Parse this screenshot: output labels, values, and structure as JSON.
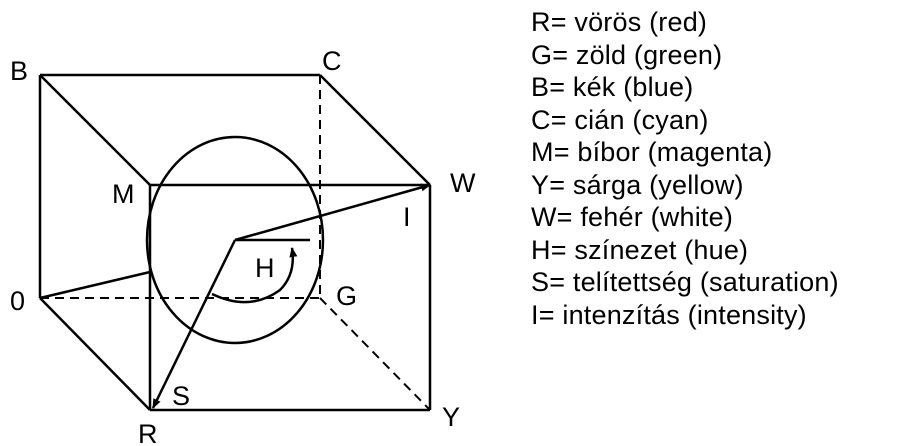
{
  "vertices": {
    "B": "B",
    "C": "C",
    "M": "M",
    "W": "W",
    "zero": "0",
    "G": "G",
    "R": "R",
    "Y": "Y"
  },
  "vectors": {
    "S": "S",
    "I": "I",
    "H": "H"
  },
  "legend": [
    "R= vörös (red)",
    "G= zöld (green)",
    "B= kék (blue)",
    "C= cián (cyan)",
    "M= bíbor (magenta)",
    "Y= sárga (yellow)",
    "W= fehér (white)",
    "H= színezet (hue)",
    "S= telítettség (saturation)",
    "I= intenzítás (intensity)"
  ]
}
